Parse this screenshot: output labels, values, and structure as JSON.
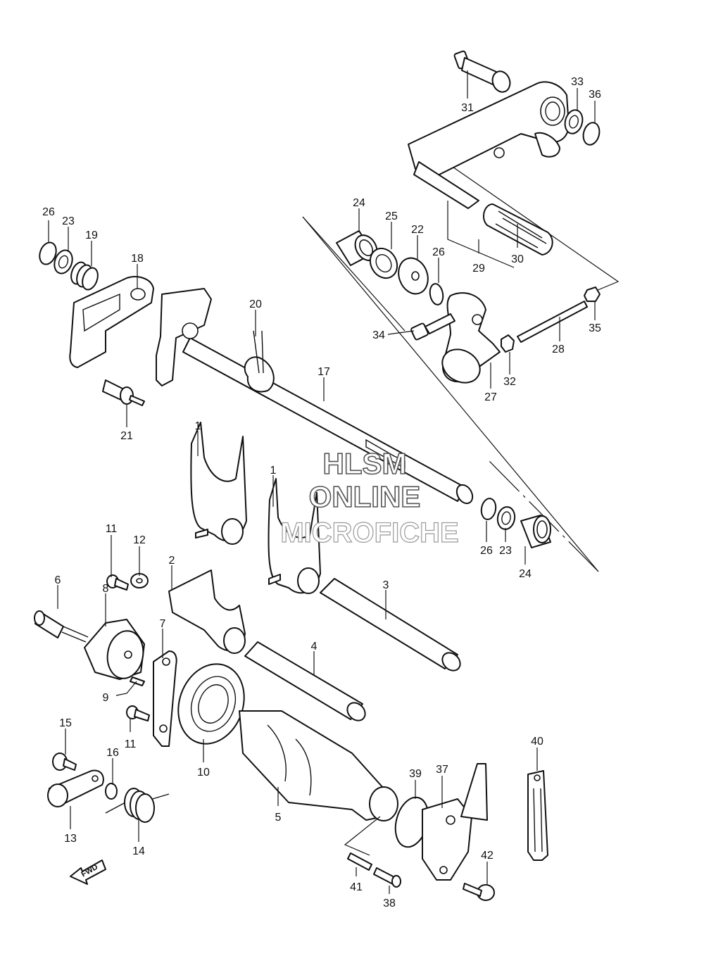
{
  "watermark": {
    "line1": "HLSM",
    "line2": "ONLINE",
    "line3": "MICROFICHE"
  },
  "direction_label": "FWD",
  "callouts": [
    "1",
    "1",
    "2",
    "3",
    "4",
    "5",
    "6",
    "7",
    "8",
    "9",
    "10",
    "11",
    "11",
    "12",
    "13",
    "14",
    "15",
    "16",
    "17",
    "18",
    "19",
    "20",
    "21",
    "22",
    "23",
    "23",
    "24",
    "24",
    "25",
    "26",
    "26",
    "26",
    "27",
    "28",
    "29",
    "30",
    "31",
    "32",
    "33",
    "34",
    "35",
    "36",
    "37",
    "38",
    "39",
    "40",
    "41",
    "42"
  ]
}
